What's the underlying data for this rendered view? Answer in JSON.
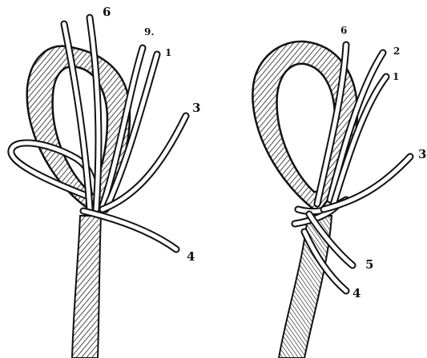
{
  "figures": [
    {
      "strand_labels": {
        "s6": "6",
        "s2": "9.",
        "s1": "1",
        "s3": "3",
        "s4": "4"
      }
    },
    {
      "strand_labels": {
        "s6": "6",
        "s2": "2",
        "s1": "1",
        "s3": "3",
        "s5": "5",
        "s4": "4"
      }
    }
  ]
}
